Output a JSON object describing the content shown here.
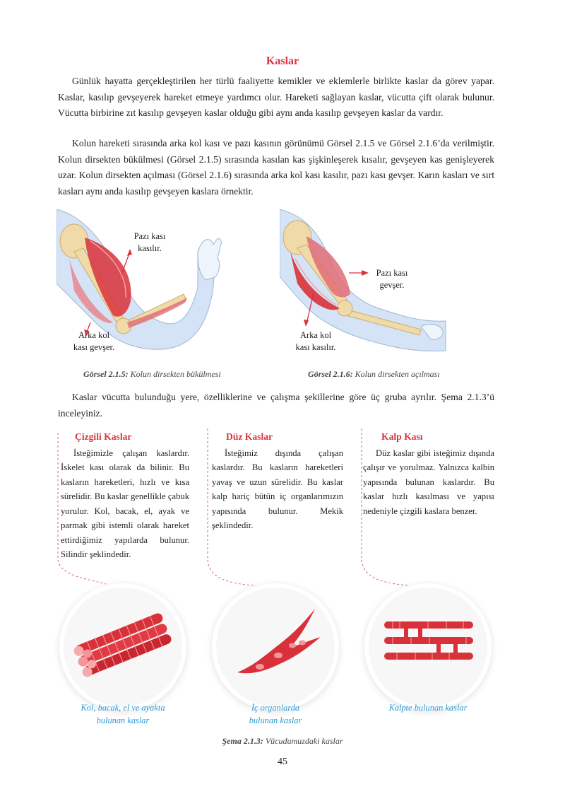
{
  "title": "Kaslar",
  "paragraphs": {
    "p1": "Günlük hayatta gerçekleştirilen her türlü faaliyette kemikler ve eklemlerle birlikte kaslar da görev yapar. Kaslar, kasılıp gevşeyerek hareket etmeye yardımcı olur. Hareketi sağlayan kaslar, vücutta çift olarak bulunur. Vücutta birbirine zıt kasılıp gevşeyen kaslar olduğu gibi aynı anda kasılıp gevşeyen kaslar da vardır.",
    "p2": "Kolun hareketi sırasında arka kol kası ve pazı kasının görünümü Görsel 2.1.5 ve Görsel 2.1.6’da verilmiştir. Kolun dirsekten bükülmesi (Görsel 2.1.5) sırasında kasılan kas şişkinleşerek kısalır, gevşeyen kas genişleyerek uzar. Kolun dirsekten açılması (Görsel 2.1.6) sırasında arka kol kası kasılır, pazı kası gevşer. Karın kasları ve sırt kasları aynı anda kasılıp gevşeyen kaslara örnektir.",
    "p3": "Kaslar vücutta bulunduğu yere, özelliklerine ve çalışma şekillerine göre üç gruba ayrılır. Şema 2.1.3’ü inceleyiniz."
  },
  "figures": {
    "fig1": {
      "label_top": [
        "Pazı kası",
        "kasılır."
      ],
      "label_bottom": [
        "Arka kol",
        "kası gevşer."
      ],
      "caption_ref": "Görsel 2.1.5:",
      "caption_text": "Kolun dirsekten bükülmesi"
    },
    "fig2": {
      "label_top": [
        "Pazı kası",
        "gevşer."
      ],
      "label_bottom": [
        "Arka kol",
        "kası kasılır."
      ],
      "caption_ref": "Görsel 2.1.6:",
      "caption_text": "Kolun dirsekten açılması"
    }
  },
  "columns": [
    {
      "heading": "Çizgili Kaslar",
      "text": "İsteğimizle çalışan kaslardır. İskelet kası olarak da bilinir. Bu kasların hareketleri, hızlı ve kısa sürelidir. Bu kaslar genellikle çabuk yorulur. Kol, bacak, el, ayak ve parmak gibi istemli olarak hareket ettirdiğimiz yapılarda bulunur. Silindir şeklindedir.",
      "circle_label": [
        "Kol, bacak, el ve ayakta",
        "bulunan kaslar"
      ]
    },
    {
      "heading": "Düz Kaslar",
      "text": "İsteğimiz dışında çalışan kaslardır. Bu kasların hareketleri yavaş ve uzun sürelidir. Bu kaslar kalp hariç bütün iç organlarımızın yapısında bulunur. Mekik şeklindedir.",
      "circle_label": [
        "İç organlarda",
        "bulunan kaslar"
      ]
    },
    {
      "heading": "Kalp Kası",
      "text": "Düz kaslar gibi isteğimiz dışında çalışır ve yorulmaz. Yalnızca kalbin yapısında bulunan kaslardır. Bu kaslar hızlı kasılması ve yapısı nedeniyle çizgili kaslara benzer.",
      "circle_label": [
        "Kalpte bulunan kaslar"
      ]
    }
  ],
  "schema_caption_ref": "Şema 2.1.3:",
  "schema_caption_text": "Vücudumuzdaki kaslar",
  "page_number": "45",
  "colors": {
    "heading_red": "#d9343f",
    "caption_blue": "#2d9ad3",
    "muscle_red": "#d9313a",
    "bone": "#f0dba8",
    "skin": "#d4e3f5"
  }
}
